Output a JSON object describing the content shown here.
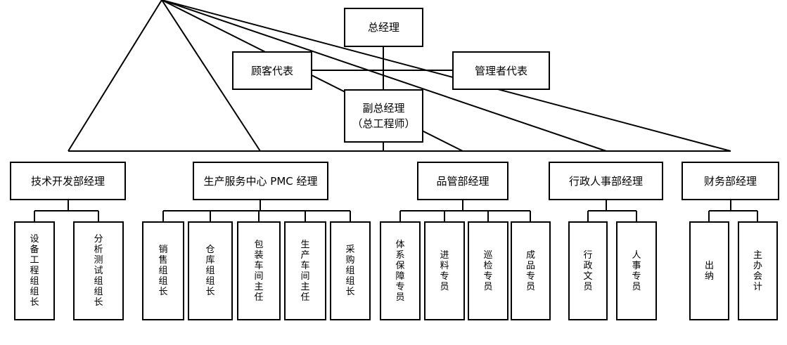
{
  "top": {
    "general_manager": "总经理",
    "customer_rep": "顾客代表",
    "management_rep": "管理者代表",
    "deputy_gm": "副总经理",
    "deputy_gm_sub": "（总工程师）"
  },
  "departments": [
    {
      "label": "技术开发部经理",
      "children": [
        "设备工程组组长",
        "分析测试组组长"
      ]
    },
    {
      "label": "生产服务中心 PMC 经理",
      "children": [
        "销售组组长",
        "仓库组组长",
        "包装车间主任",
        "生产车间主任",
        "采购组组长"
      ]
    },
    {
      "label": "品管部经理",
      "children": [
        "体系保障专员",
        "进料专员",
        "巡检专员",
        "成品专员"
      ]
    },
    {
      "label": "行政人事部经理",
      "children": [
        "行政文员",
        "人事专员"
      ]
    },
    {
      "label": "财务部经理",
      "children": [
        "出纳",
        "主办会计"
      ]
    }
  ]
}
